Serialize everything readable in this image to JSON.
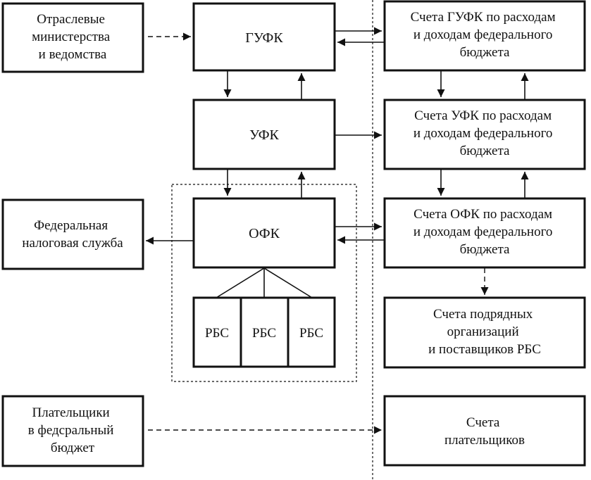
{
  "nodes": {
    "ministries": [
      "Отраслевые",
      "министерства",
      "и ведомства"
    ],
    "gufk": [
      "ГУФК"
    ],
    "ufk": [
      "УФК"
    ],
    "ofk": [
      "ОФК"
    ],
    "tax": [
      "Федеральная",
      "налоговая служба"
    ],
    "rbs1": [
      "РБС"
    ],
    "rbs2": [
      "РБС"
    ],
    "rbs3": [
      "РБС"
    ],
    "payers": [
      "Плательщики",
      "в федсральный",
      "бюджет"
    ],
    "acc_gufk": [
      "Счета ГУФК по расходам",
      "и доходам федерального",
      "бюджета"
    ],
    "acc_ufk": [
      "Счета УФК по расходам",
      "и доходам федерального",
      "бюджета"
    ],
    "acc_ofk": [
      "Счета ОФК по расходам",
      "и доходам федерального",
      "бюджета"
    ],
    "acc_contractors": [
      "Счета подрядных",
      "организаций",
      "и поставщиков РБС"
    ],
    "acc_payers": [
      "Счета",
      "плательщиков"
    ]
  }
}
